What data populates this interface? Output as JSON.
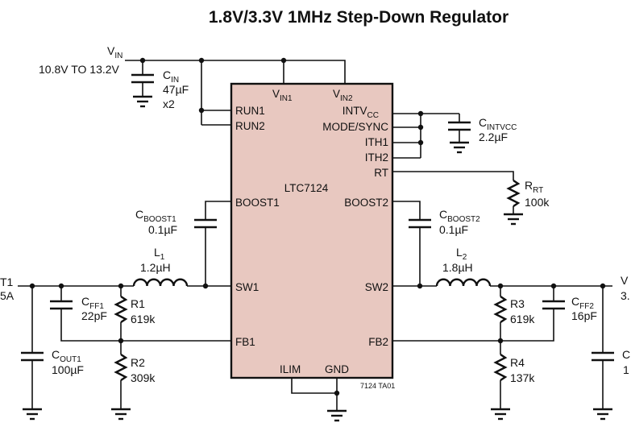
{
  "title": "1.8V/3.3V 1MHz Step-Down Regulator",
  "ic": {
    "name": "LTC7124",
    "fill": "#e8c8c0",
    "code": "7124 TA01",
    "pins": {
      "vin1": "V",
      "vin1_sub": "IN1",
      "vin2": "V",
      "vin2_sub": "IN2",
      "run1": "RUN1",
      "run2": "RUN2",
      "intvcc": "INTV",
      "intvcc_sub": "CC",
      "mode": "MODE/SYNC",
      "ith1": "ITH1",
      "ith2": "ITH2",
      "rt": "RT",
      "boost1": "BOOST1",
      "boost2": "BOOST2",
      "sw1": "SW1",
      "sw2": "SW2",
      "fb1": "FB1",
      "fb2": "FB2",
      "ilim": "ILIM",
      "gnd": "GND"
    }
  },
  "vin": {
    "label": "V",
    "sub": "IN",
    "range": "10.8V TO 13.2V"
  },
  "cin": {
    "name": "C",
    "sub": "IN",
    "value": "47µF",
    "qty": "x2"
  },
  "cintvcc": {
    "name": "C",
    "sub": "INTVCC",
    "value": "2.2µF"
  },
  "rrt": {
    "name": "R",
    "sub": "RT",
    "value": "100k"
  },
  "cboost1": {
    "name": "C",
    "sub": "BOOST1",
    "value": "0.1µF"
  },
  "cboost2": {
    "name": "C",
    "sub": "BOOST2",
    "value": "0.1µF"
  },
  "l1": {
    "name": "L",
    "sub": "1",
    "value": "1.2µH"
  },
  "l2": {
    "name": "L",
    "sub": "2",
    "value": "1.8µH"
  },
  "cff1": {
    "name": "C",
    "sub": "FF1",
    "value": "22pF"
  },
  "cff2": {
    "name": "C",
    "sub": "FF2",
    "value": "16pF"
  },
  "r1": {
    "name": "R1",
    "value": "619k"
  },
  "r2": {
    "name": "R2",
    "value": "309k"
  },
  "r3": {
    "name": "R3",
    "value": "619k"
  },
  "r4": {
    "name": "R4",
    "value": "137k"
  },
  "cout1": {
    "name": "C",
    "sub": "OUT1",
    "value": "100µF"
  },
  "cout2": {
    "name": "C",
    "value": "1"
  },
  "vout1": {
    "label": "T1",
    "value": "5A"
  },
  "vout2": {
    "label": "V",
    "value": "3."
  }
}
